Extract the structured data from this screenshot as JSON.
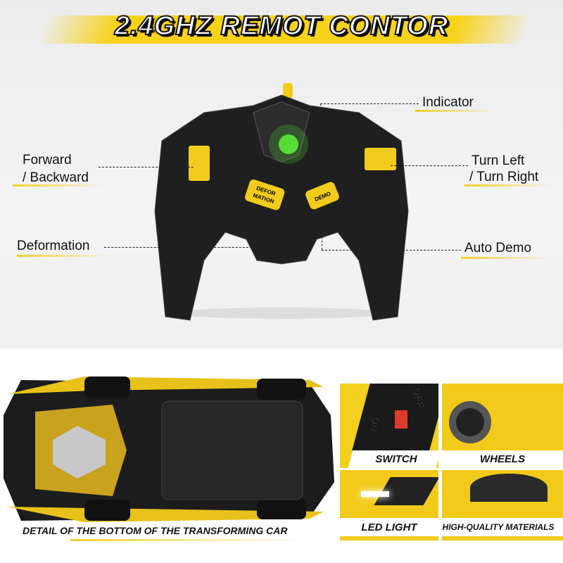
{
  "header": {
    "title": "2.4GHZ REMOT CONTOR"
  },
  "controller": {
    "labels": {
      "indicator": "Indicator",
      "forward": "Forward",
      "backward": "/ Backward",
      "turn_left": "Turn Left",
      "turn_right": "/ Turn Right",
      "deformation": "Deformation",
      "auto_demo": "Auto Demo"
    },
    "buttons": {
      "deformation_line1": "DEFOR",
      "deformation_line2": "MATION",
      "demo": "DEMO"
    }
  },
  "car": {
    "caption": "DETAIL OF THE BOTTOM OF THE TRANSFORMING CAR",
    "switch_on": "ON",
    "switch_off": "OFF"
  },
  "details": [
    {
      "label": "SWITCH"
    },
    {
      "label": "WHEELS"
    },
    {
      "label": "LED LIGHT"
    },
    {
      "label": "HIGH-QUALITY MATERIALS"
    }
  ],
  "colors": {
    "accent": "#f7d21a",
    "body": "#1e1e1e"
  }
}
